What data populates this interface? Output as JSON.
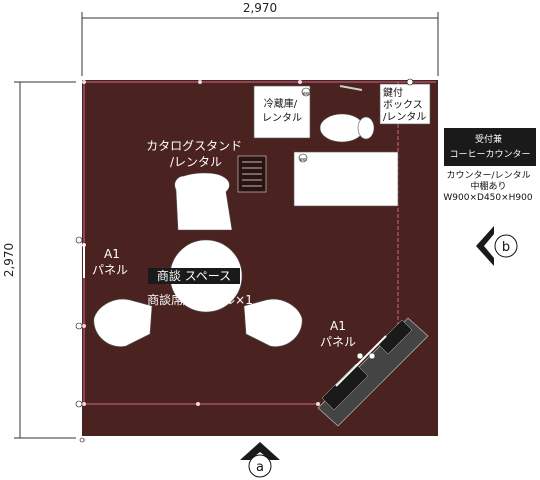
{
  "dimensions": {
    "width_label": "2,970",
    "height_label": "2,970"
  },
  "booth": {
    "floor_color": "#4a2320",
    "panel_color": "#d4668a"
  },
  "labels": {
    "fridge": [
      "冷蔵庫/",
      "レンタル"
    ],
    "locker": [
      "鍵付",
      "ボックス",
      "/レンタル"
    ],
    "catalog_stand": [
      "カタログスタンド",
      "/レンタル"
    ],
    "a1_panel_left": [
      "A1",
      "パネル"
    ],
    "a1_panel_right": [
      "A1",
      "パネル"
    ],
    "meeting_space": "商談 スペース",
    "meeting_set": "商談席/レンタル×1"
  },
  "reception_counter": {
    "badge_line1": "受付兼",
    "badge_line2": "コーヒーカウンター",
    "notes": [
      "カウンター/レンタル",
      "中棚あり",
      "W900×D450×H900"
    ]
  },
  "views": {
    "a": "a",
    "b": "b"
  }
}
